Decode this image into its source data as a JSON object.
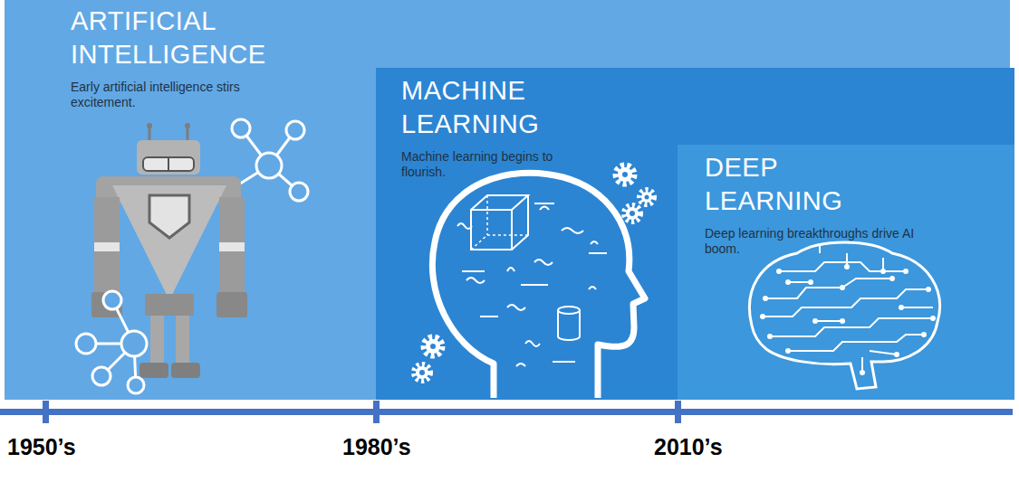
{
  "diagram": {
    "nodes": [
      {
        "text": [
          "ARTIFICIAL INTELLIGENCE",
          "Early artificial intelligence stirs excitement."
        ]
      },
      {
        "text": [
          "MACHINE LEARNING",
          "Machine learning begins to flourish."
        ],
        "in": 0
      },
      {
        "text": [
          "DEEP LEARNING",
          "Deep learning breakthroughs drive AI boom."
        ],
        "in": 1
      }
    ],
    "labels": [
      "1950’s",
      "1980’s",
      "2010’s"
    ]
  }
}
